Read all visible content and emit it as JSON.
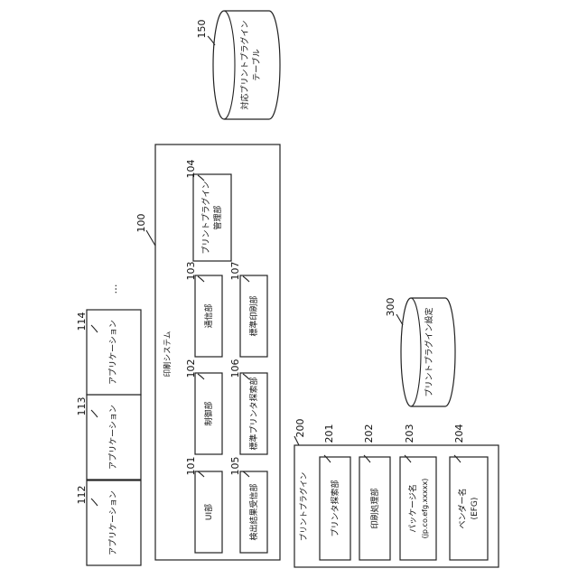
{
  "apps": [
    {
      "num": "112",
      "label": "アプリケーション"
    },
    {
      "num": "113",
      "label": "アプリケーション"
    },
    {
      "num": "114",
      "label": "アプリケーション"
    }
  ],
  "apps_ellipsis": "…",
  "system": {
    "num": "100",
    "title": "印刷システム",
    "components": [
      {
        "num": "101",
        "label": "UI部"
      },
      {
        "num": "102",
        "label": "制御部"
      },
      {
        "num": "103",
        "label": "通信部"
      },
      {
        "num": "104",
        "label_line1": "プリントプラグイン",
        "label_line2": "管理部"
      },
      {
        "num": "105",
        "label": "検出結果受信部"
      },
      {
        "num": "106",
        "label": "標準プリンタ探索部"
      },
      {
        "num": "107",
        "label": "標準印刷部"
      }
    ]
  },
  "table150": {
    "num": "150",
    "line1": "対応プリントプラグイン",
    "line2": "テーブル"
  },
  "settings300": {
    "num": "300",
    "label": "プリントプラグイン設定"
  },
  "plugin": {
    "num": "200",
    "title": "プリントプラグイン",
    "components": [
      {
        "num": "201",
        "label": "プリンタ探索部"
      },
      {
        "num": "202",
        "label": "印刷処理部"
      },
      {
        "num": "203",
        "label_line1": "パッケージ名",
        "label_line2": "(jp.co.efg.xxxxx)"
      },
      {
        "num": "204",
        "label_line1": "ベンダー名",
        "label_line2": "(EFG)"
      }
    ]
  }
}
